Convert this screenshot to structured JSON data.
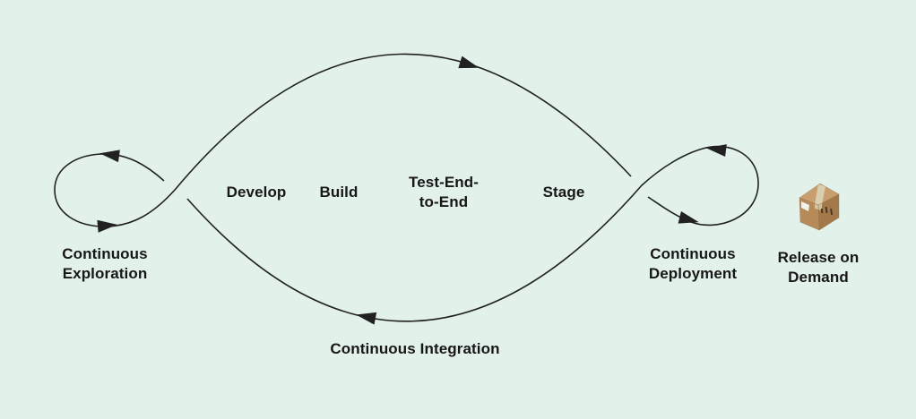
{
  "colors": {
    "background": "#e2f1e9",
    "line": "#212121",
    "text": "#171717",
    "box_top": "#c89e6f",
    "box_front": "#b78a59",
    "box_side": "#a3784a",
    "box_tape": "#d9cfae",
    "box_label": "#f2f1ec",
    "box_marks": "#4a3826",
    "box_edge": "#8f6b40"
  },
  "diagram": {
    "left_loop_label": {
      "line1": "Continuous",
      "line2": "Exploration"
    },
    "stage_labels": {
      "develop": "Develop",
      "build": "Build",
      "test_full": "Test-End-to-End",
      "test_line1": "Test-End-",
      "test_line2": "to-End",
      "stage": "Stage"
    },
    "right_loop_label": {
      "line1": "Continuous",
      "line2": "Deployment"
    },
    "bottom_label": "Continuous Integration",
    "release_label": {
      "line1": "Release on",
      "line2": "Demand"
    },
    "icons": {
      "package": "package-box-icon"
    }
  }
}
